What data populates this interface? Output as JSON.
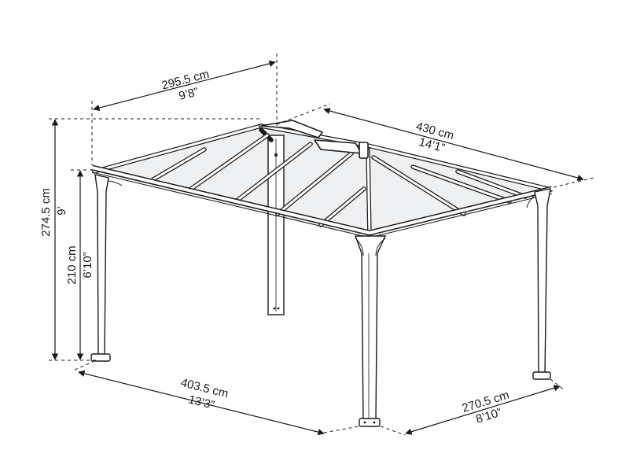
{
  "dimensions": {
    "roof_depth": {
      "metric": "295.5 cm",
      "imperial": "9’8”"
    },
    "roof_width": {
      "metric": "430 cm",
      "imperial": "14’1”"
    },
    "total_height": {
      "metric": "274.5 cm",
      "imperial": "9’"
    },
    "eave_height": {
      "metric": "210 cm",
      "imperial": "6’10”"
    },
    "base_width": {
      "metric": "403.5 cm",
      "imperial": "13’3”"
    },
    "base_depth": {
      "metric": "270.5 cm",
      "imperial": "8’10”"
    }
  },
  "colors": {
    "line": "#1a1a1a",
    "roof_fill": "#eef0f2",
    "background": "#ffffff"
  }
}
